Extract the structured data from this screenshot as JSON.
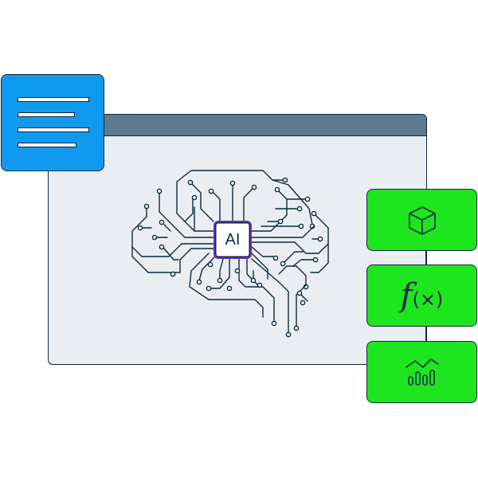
{
  "chip": {
    "label": "AI",
    "border_color": "#6b2fb8"
  },
  "document_card": {
    "icon": "document-lines-icon",
    "color": "#0f9af0",
    "line_count": 4
  },
  "window": {
    "titlebar_color": "#5e7a90",
    "body_color": "#eaeef2"
  },
  "side_cards": [
    {
      "name": "model-card",
      "icon": "cube-icon"
    },
    {
      "name": "function-card",
      "icon": "function-icon",
      "label_f": "f",
      "label_args": "(×)"
    },
    {
      "name": "analytics-card",
      "icon": "bar-chart-trend-icon"
    }
  ],
  "colors": {
    "accent_green": "#1ee61e",
    "outline": "#0b2940"
  }
}
